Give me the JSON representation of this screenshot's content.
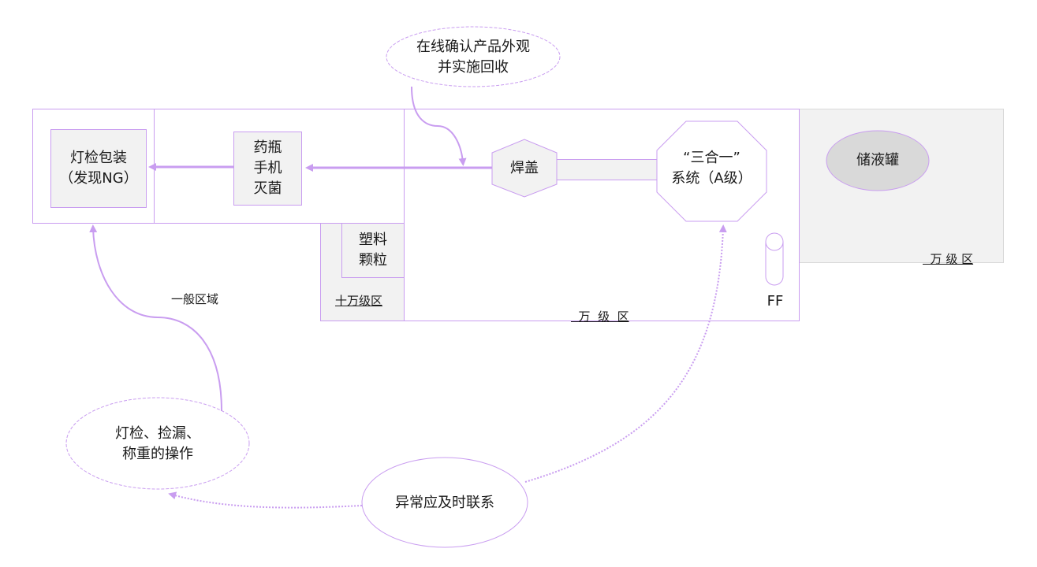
{
  "colors": {
    "accent": "#c99df0",
    "box_fill": "#f2f2f2",
    "tank_fill": "#d9d9d9",
    "outer_zone_fill": "#f2f2f2",
    "outer_zone_border": "#d9d9d9"
  },
  "callouts": {
    "online_check": {
      "line1": "在线确认产品外观",
      "line2": "并实施回收"
    },
    "manual_ops": {
      "line1": "灯检、捡漏、",
      "line2": "称重的操作"
    },
    "abnormal": {
      "text": "异常应及时联系"
    }
  },
  "nodes": {
    "light_inspection": {
      "line1": "灯检包装",
      "line2": "（发现NG）"
    },
    "sterilize": {
      "line1": "药瓶",
      "line2": "手机",
      "line3": "灭菌"
    },
    "welding_cap": {
      "text": "焊盖"
    },
    "three_in_one": {
      "line1": "“三合一”",
      "line2": "系统（A级）"
    },
    "plastic_pellets": {
      "line1": "塑料",
      "line2": "颗粒"
    },
    "storage_tank": {
      "text": "储液罐"
    },
    "ff": {
      "text": "FF"
    }
  },
  "zones": {
    "general": "一般区域",
    "class_100k": "十万级区",
    "class_10k_main": "万  级  区",
    "class_10k_right": "万 级 区"
  }
}
